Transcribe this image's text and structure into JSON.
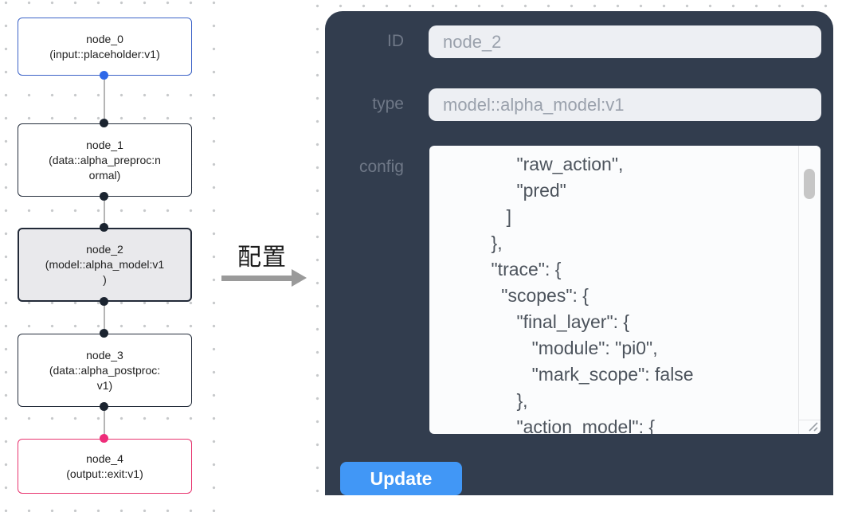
{
  "flow": {
    "nodes": [
      {
        "id": "node_0",
        "label": "node_0\n(input::placeholder:v1)",
        "kind": "input",
        "border_color": "#3d64c8",
        "bg": "#ffffff"
      },
      {
        "id": "node_1",
        "label": "node_1\n(data::alpha_preproc:n\normal)",
        "kind": "data",
        "border_color": "#252e3c",
        "bg": "#ffffff"
      },
      {
        "id": "node_2",
        "label": "node_2\n(model::alpha_model:v1\n)",
        "kind": "model",
        "border_color": "#222a38",
        "bg": "#e9e9ec",
        "selected": true
      },
      {
        "id": "node_3",
        "label": "node_3\n(data::alpha_postproc:\nv1)",
        "kind": "data",
        "border_color": "#252e3c",
        "bg": "#ffffff"
      },
      {
        "id": "node_4",
        "label": "node_4\n(output::exit:v1)",
        "kind": "output",
        "border_color": "#e8346f",
        "bg": "#ffffff"
      }
    ],
    "handle_colors": {
      "source": "#2e68e8",
      "default": "#1b2430",
      "target": "#ee2d7a"
    }
  },
  "transfer": {
    "label": "配置",
    "arrow_color": "#9a9a9a"
  },
  "panel": {
    "bg_color": "#323d4e",
    "fields": {
      "id": {
        "label": "ID",
        "value": "node_2"
      },
      "type": {
        "label": "type",
        "value": "model::alpha_model:v1"
      },
      "config": {
        "label": "config",
        "value": "              \"raw_action\",\n              \"pred\"\n            ]\n         },\n         \"trace\": {\n           \"scopes\": {\n              \"final_layer\": {\n                 \"module\": \"pi0\",\n                 \"mark_scope\": false\n              },\n              \"action_model\": {"
      }
    },
    "update_label": "Update",
    "accent_color": "#4197f6"
  }
}
